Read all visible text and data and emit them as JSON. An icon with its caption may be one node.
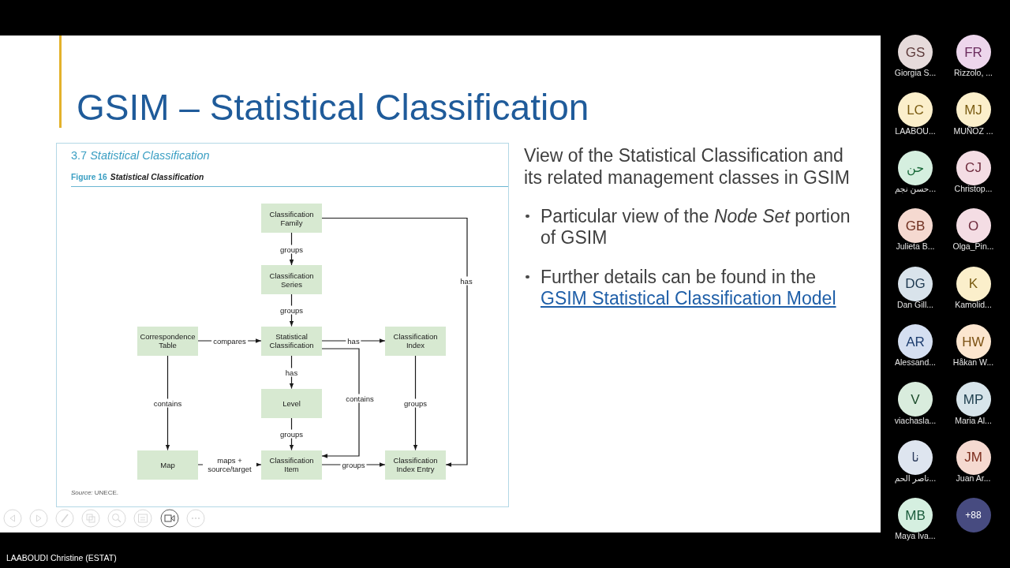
{
  "diagram": {
    "title": "GSIM – Statistical Classification",
    "nodes": [
      {
        "text": [
          "3.7 *Statistical Classification*",
          "Figure 16",
          "Statistical Classification",
          "*Source:* UNECE."
        ]
      },
      {
        "text": [
          "Classification Family"
        ],
        "in": 0
      },
      {
        "text": [
          "Classification Series"
        ],
        "in": 0
      },
      {
        "text": [
          "Correspondence Table"
        ],
        "in": 0
      },
      {
        "text": [
          "Statistical Classification"
        ],
        "in": 0
      },
      {
        "text": [
          "Classification Index"
        ],
        "in": 0
      },
      {
        "text": [
          "Level"
        ],
        "in": 0
      },
      {
        "text": [
          "Map"
        ],
        "in": 0
      },
      {
        "text": [
          "Classification Item"
        ],
        "in": 0
      },
      {
        "text": [
          "Classification Index Entry"
        ],
        "in": 0
      },
      {
        "text": [
          "GS"
        ],
        "beside": [
          "Giorgia S..."
        ]
      },
      {
        "text": [
          "FR"
        ],
        "beside": [
          "Rizzolo, ..."
        ]
      },
      {
        "text": [
          "LC"
        ],
        "beside": [
          "LAABOU..."
        ]
      },
      {
        "text": [
          "MJ"
        ],
        "beside": [
          "MUÑOZ ..."
        ]
      },
      {
        "text": [
          "حن"
        ],
        "beside": [
          "حسن نجم..."
        ]
      },
      {
        "text": [
          "CJ"
        ],
        "beside": [
          "Christop..."
        ]
      },
      {
        "text": [
          "GB"
        ],
        "beside": [
          "Julieta B..."
        ]
      },
      {
        "text": [
          "O"
        ],
        "beside": [
          "Olga_Pin..."
        ]
      },
      {
        "text": [
          "DG"
        ],
        "beside": [
          "Dan Gill..."
        ]
      },
      {
        "text": [
          "K"
        ],
        "beside": [
          "Kamolid..."
        ]
      },
      {
        "text": [
          "AR"
        ],
        "beside": [
          "Alessand..."
        ]
      },
      {
        "text": [
          "HW"
        ],
        "beside": [
          "Håkan W..."
        ]
      },
      {
        "text": [
          "V"
        ],
        "beside": [
          "viachasla..."
        ]
      },
      {
        "text": [
          "MP"
        ],
        "beside": [
          "Maria Al..."
        ]
      },
      {
        "text": [
          "نا"
        ],
        "beside": [
          "ناصر الحم..."
        ]
      },
      {
        "text": [
          "JM"
        ],
        "beside": [
          "Juan Ar..."
        ]
      },
      {
        "text": [
          "MB"
        ],
        "beside": [
          "Maya Iva..."
        ]
      },
      {
        "text": [
          "+88"
        ]
      }
    ],
    "edges": [
      {
        "from": 1,
        "to": 2,
        "arrow": "to",
        "label": "groups"
      },
      {
        "from": 2,
        "to": 4,
        "arrow": "to",
        "label": "groups"
      },
      {
        "from": 3,
        "to": 4,
        "arrow": "to",
        "label": "compares"
      },
      {
        "from": 4,
        "to": 5,
        "arrow": "to",
        "label": "has"
      },
      {
        "from": 4,
        "to": 6,
        "arrow": "to",
        "label": "has"
      },
      {
        "from": 4,
        "to": 8,
        "arrow": "to",
        "label": "contains"
      },
      {
        "from": 3,
        "to": 7,
        "arrow": "to",
        "label": "contains"
      },
      {
        "from": 5,
        "to": 9,
        "arrow": "to",
        "label": "groups"
      },
      {
        "from": 6,
        "to": 8,
        "arrow": "to",
        "label": "groups"
      },
      {
        "from": 7,
        "to": 8,
        "arrow": "to",
        "label": "maps + source/target"
      },
      {
        "from": 8,
        "to": 9,
        "arrow": "to",
        "label": "groups"
      },
      {
        "from": 1,
        "to": 9,
        "arrow": "to",
        "label": "has"
      }
    ],
    "labels": [
      "View of the Statistical Classification and its related management classes in GSIM",
      "Particular view of the *Node Set* portion of GSIM",
      "Further details can be found in the",
      "GSIM Statistical Classification Model",
      "LAABOUDI Christine (ESTAT)"
    ]
  }
}
